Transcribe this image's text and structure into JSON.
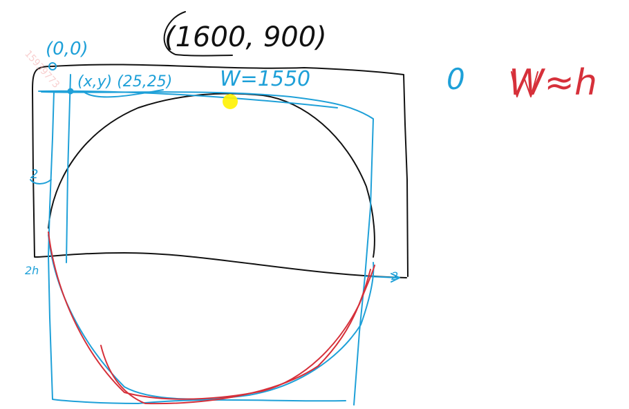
{
  "annotations": {
    "resolution": "(1600, 900)",
    "origin": "(0,0)",
    "offset": "(x,y) (25,25)",
    "width": "W=1550",
    "zero": "0",
    "ratio": "W≈h",
    "left_side": "2",
    "bottom_left": "2h",
    "bottom_right": "2"
  },
  "watermark": "15939773",
  "colors": {
    "ink": "#111111",
    "blue": "#1ea0d8",
    "red": "#d6303a",
    "pointer": "#fff200"
  }
}
